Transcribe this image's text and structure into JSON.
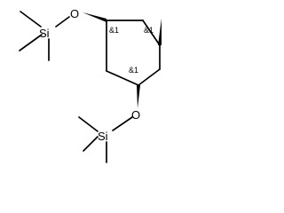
{
  "molecule": {
    "atoms": {
      "o_top": "O",
      "si_top": "Si",
      "o_bottom": "O",
      "si_bottom": "Si"
    },
    "stereo_labels": {
      "c1": "&1",
      "c3": "&1",
      "c5": "&1"
    }
  }
}
